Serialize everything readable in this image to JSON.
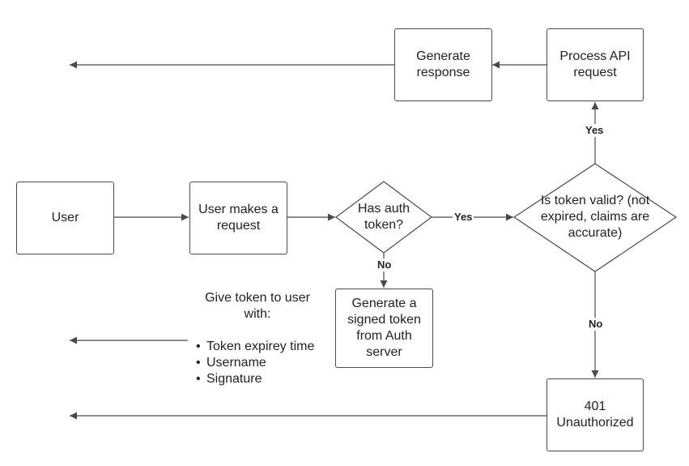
{
  "nodes": {
    "user": "User",
    "user_request": "User makes a request",
    "has_token": "Has auth token?",
    "token_valid": "Is token valid? (not expired, claims are accurate)",
    "generate_token": "Generate a signed token from Auth server",
    "process_api": "Process API request",
    "generate_response": "Generate response",
    "unauthorized": "401 Unauthorized"
  },
  "edge_labels": {
    "has_token_yes": "Yes",
    "has_token_no": "No",
    "valid_yes": "Yes",
    "valid_no": "No"
  },
  "note": {
    "title": "Give token to user with:",
    "items": [
      "Token expirey time",
      "Username",
      "Signature"
    ]
  },
  "colors": {
    "line": "#4a4a4a",
    "text": "#222222",
    "background": "#ffffff"
  }
}
